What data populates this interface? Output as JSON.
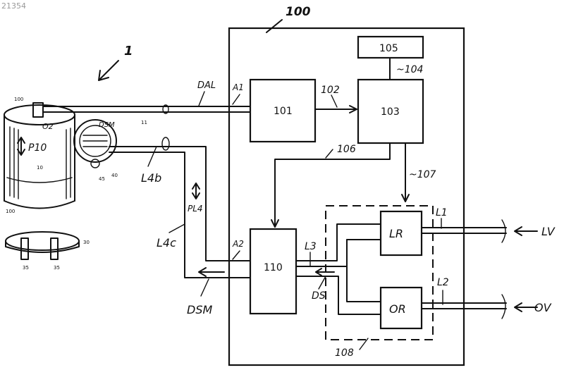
{
  "figure_id": "21354",
  "labels": {
    "system": "1",
    "ref_100": "100",
    "b101": "101",
    "b103": "103",
    "b105": "105",
    "b110": "110",
    "lr": "LR",
    "or": "OR",
    "r102": "102",
    "r104": "~104",
    "r106": "106",
    "r107": "~107",
    "r108": "108",
    "a1": "A1",
    "a2": "A2",
    "dal": "DAL",
    "l1": "L1",
    "l2": "L2",
    "l3": "L3",
    "l4b": "L4b",
    "l4c": "L4c",
    "lv": "LV",
    "ov": "OV",
    "ds": "DS",
    "dsm_out": "DSM",
    "dsm_probe": "DSM",
    "pl4": "PL4",
    "p10": "P10",
    "o2": "O2",
    "tank_10": "10",
    "tank_100": "100",
    "tank_top": "100",
    "tube_11": "11",
    "sensor_40": "40",
    "sensor_45": "45",
    "cap_30": "30",
    "pin_35a": "35",
    "pin_35b": "35"
  }
}
